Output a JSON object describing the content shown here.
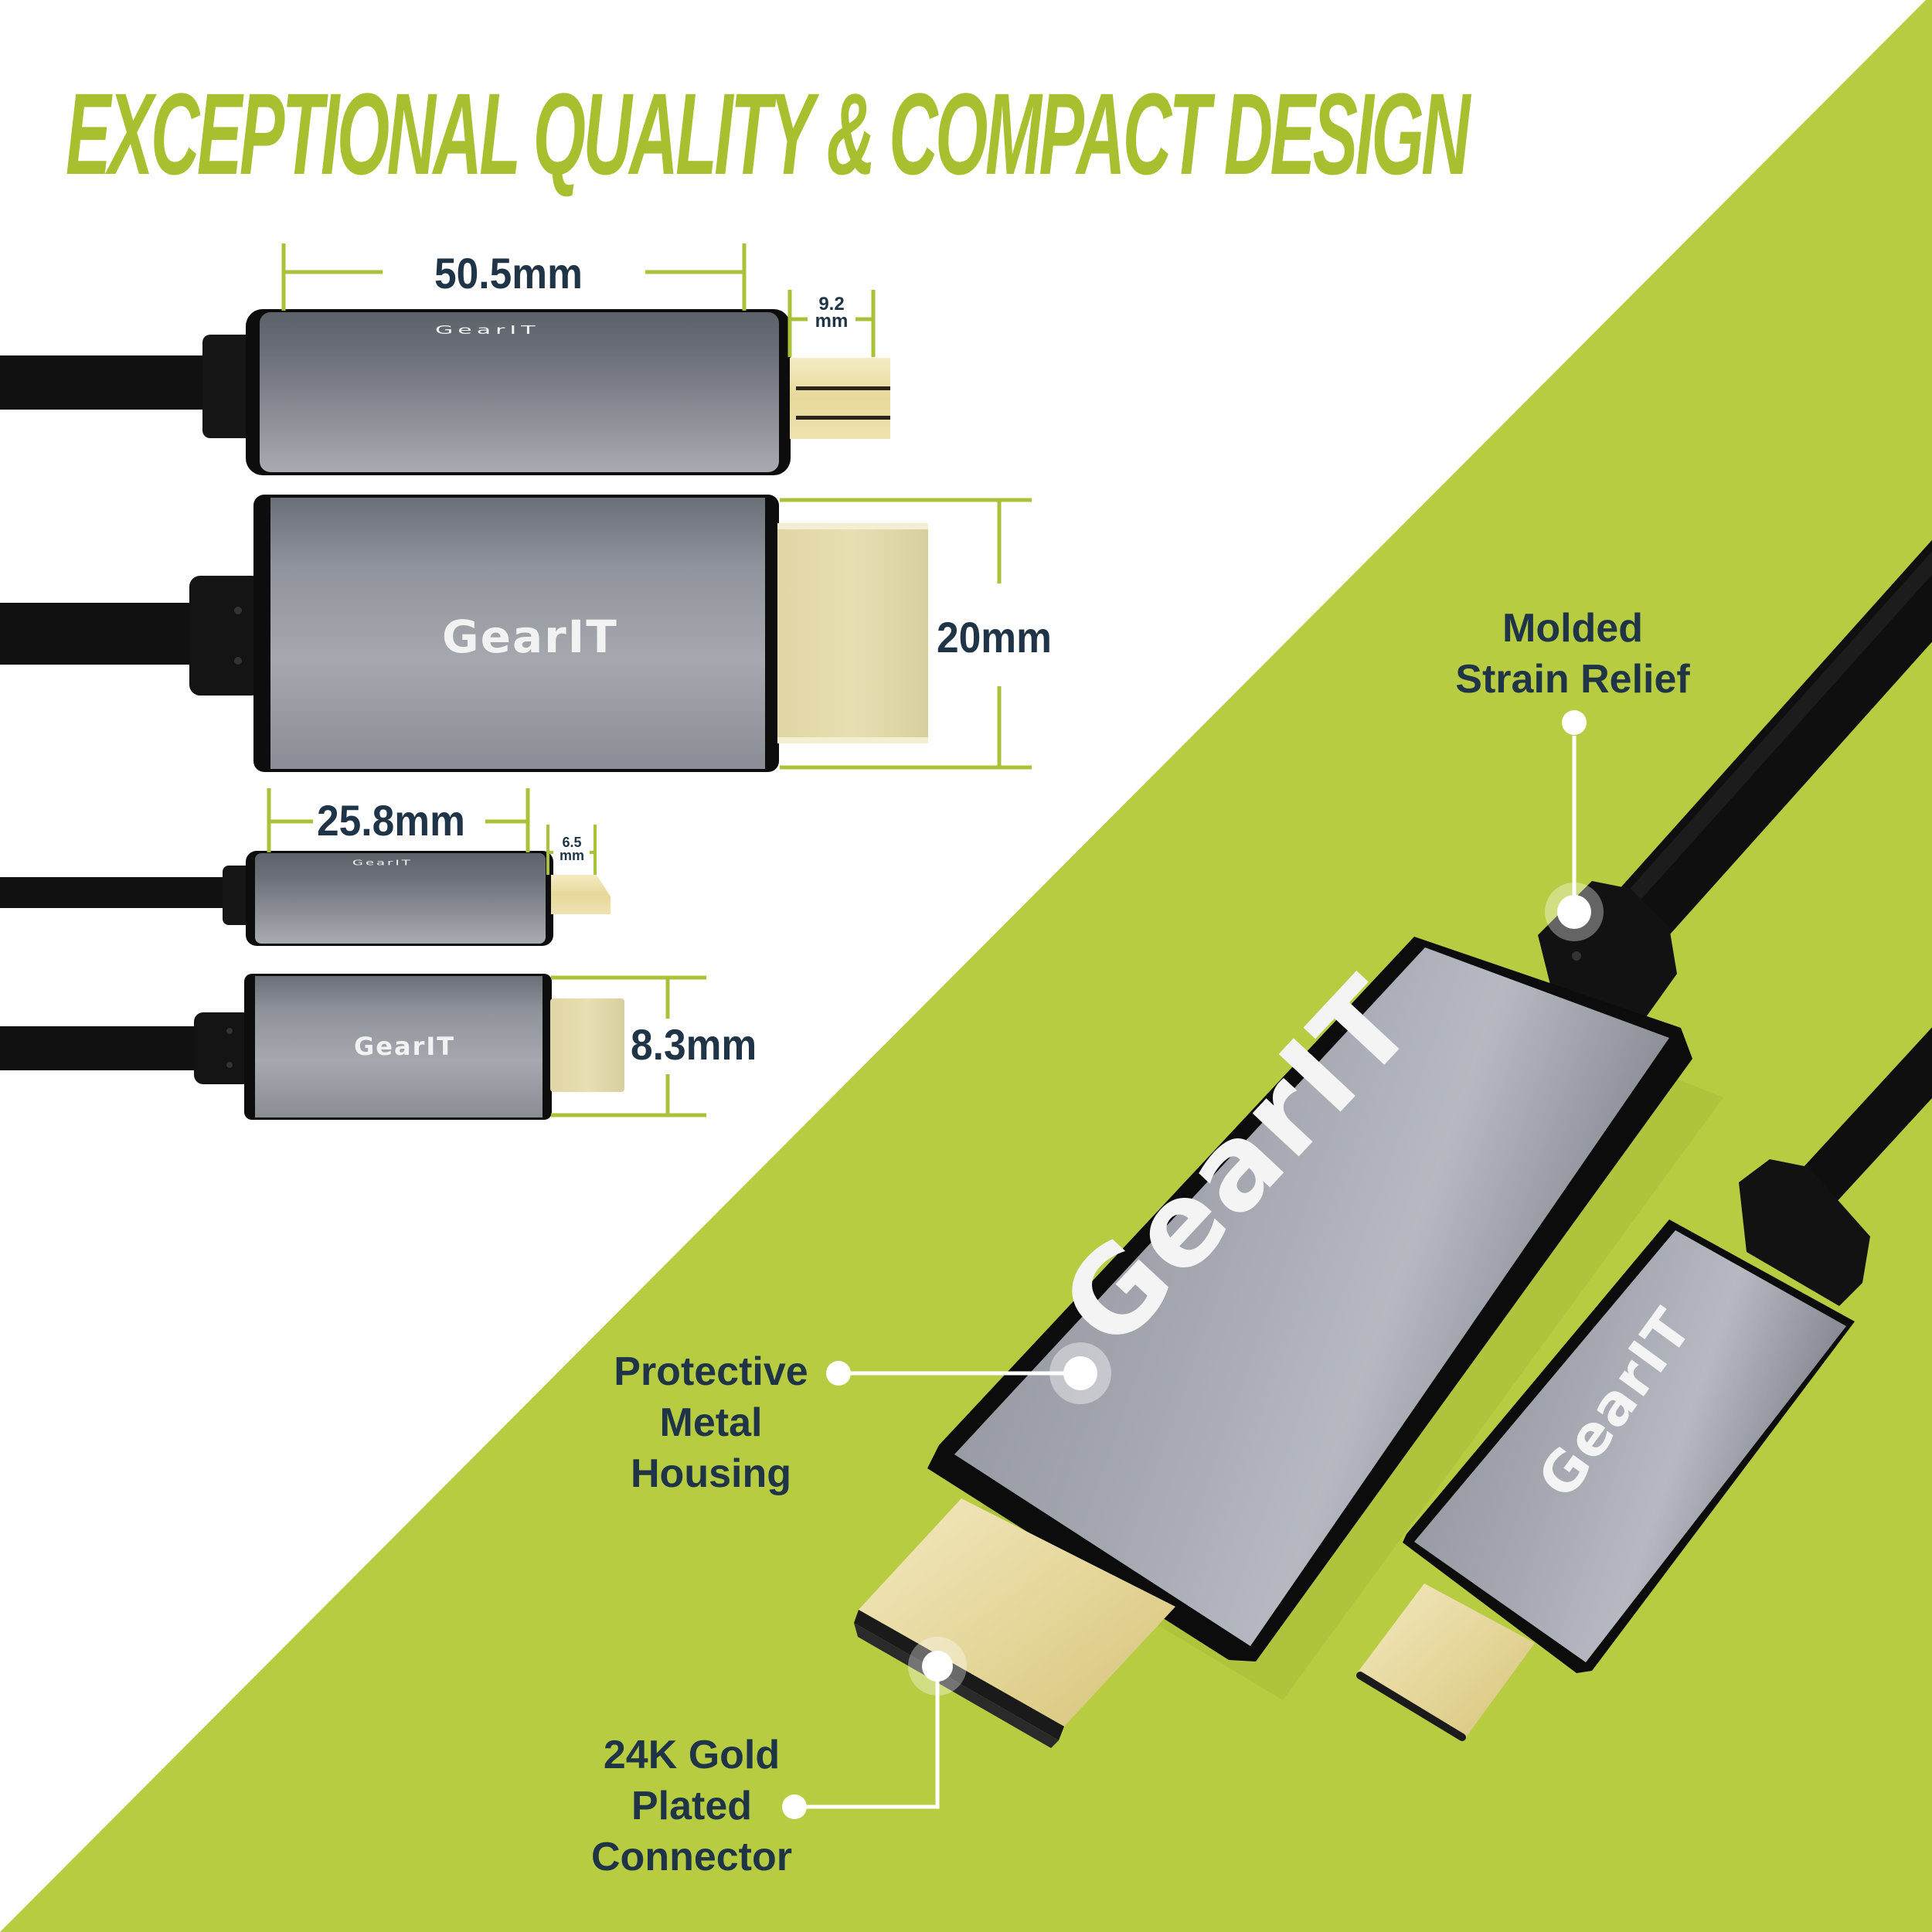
{
  "colors": {
    "accent_green": "#b8cc42",
    "title_green": "#a8c030",
    "text_navy": "#1f3547",
    "bracket_green": "#a9c23a",
    "housing_gray": "#8d9098",
    "gold": "#e9dca6",
    "cable_black": "#111111",
    "callout_white": "#ffffff"
  },
  "title": "EXCEPTIONAL QUALITY & COMPACT DESIGN",
  "brand_logo": "GearIT",
  "dimensions": {
    "mini_hdmi_length": "50.5mm",
    "mini_hdmi_tip_width_value": "9.2",
    "mini_hdmi_tip_width_unit": "mm",
    "hdmi_height": "20mm",
    "usbc_length": "25.8mm",
    "usbc_tip_width_value": "6.5",
    "usbc_tip_width_unit": "mm",
    "usbc_height": "8.3mm"
  },
  "callouts": {
    "strain_relief": [
      "Molded",
      "Strain Relief"
    ],
    "metal_housing": [
      "Protective",
      "Metal",
      "Housing"
    ],
    "gold_connector": [
      "24K Gold",
      "Plated",
      "Connector"
    ]
  }
}
